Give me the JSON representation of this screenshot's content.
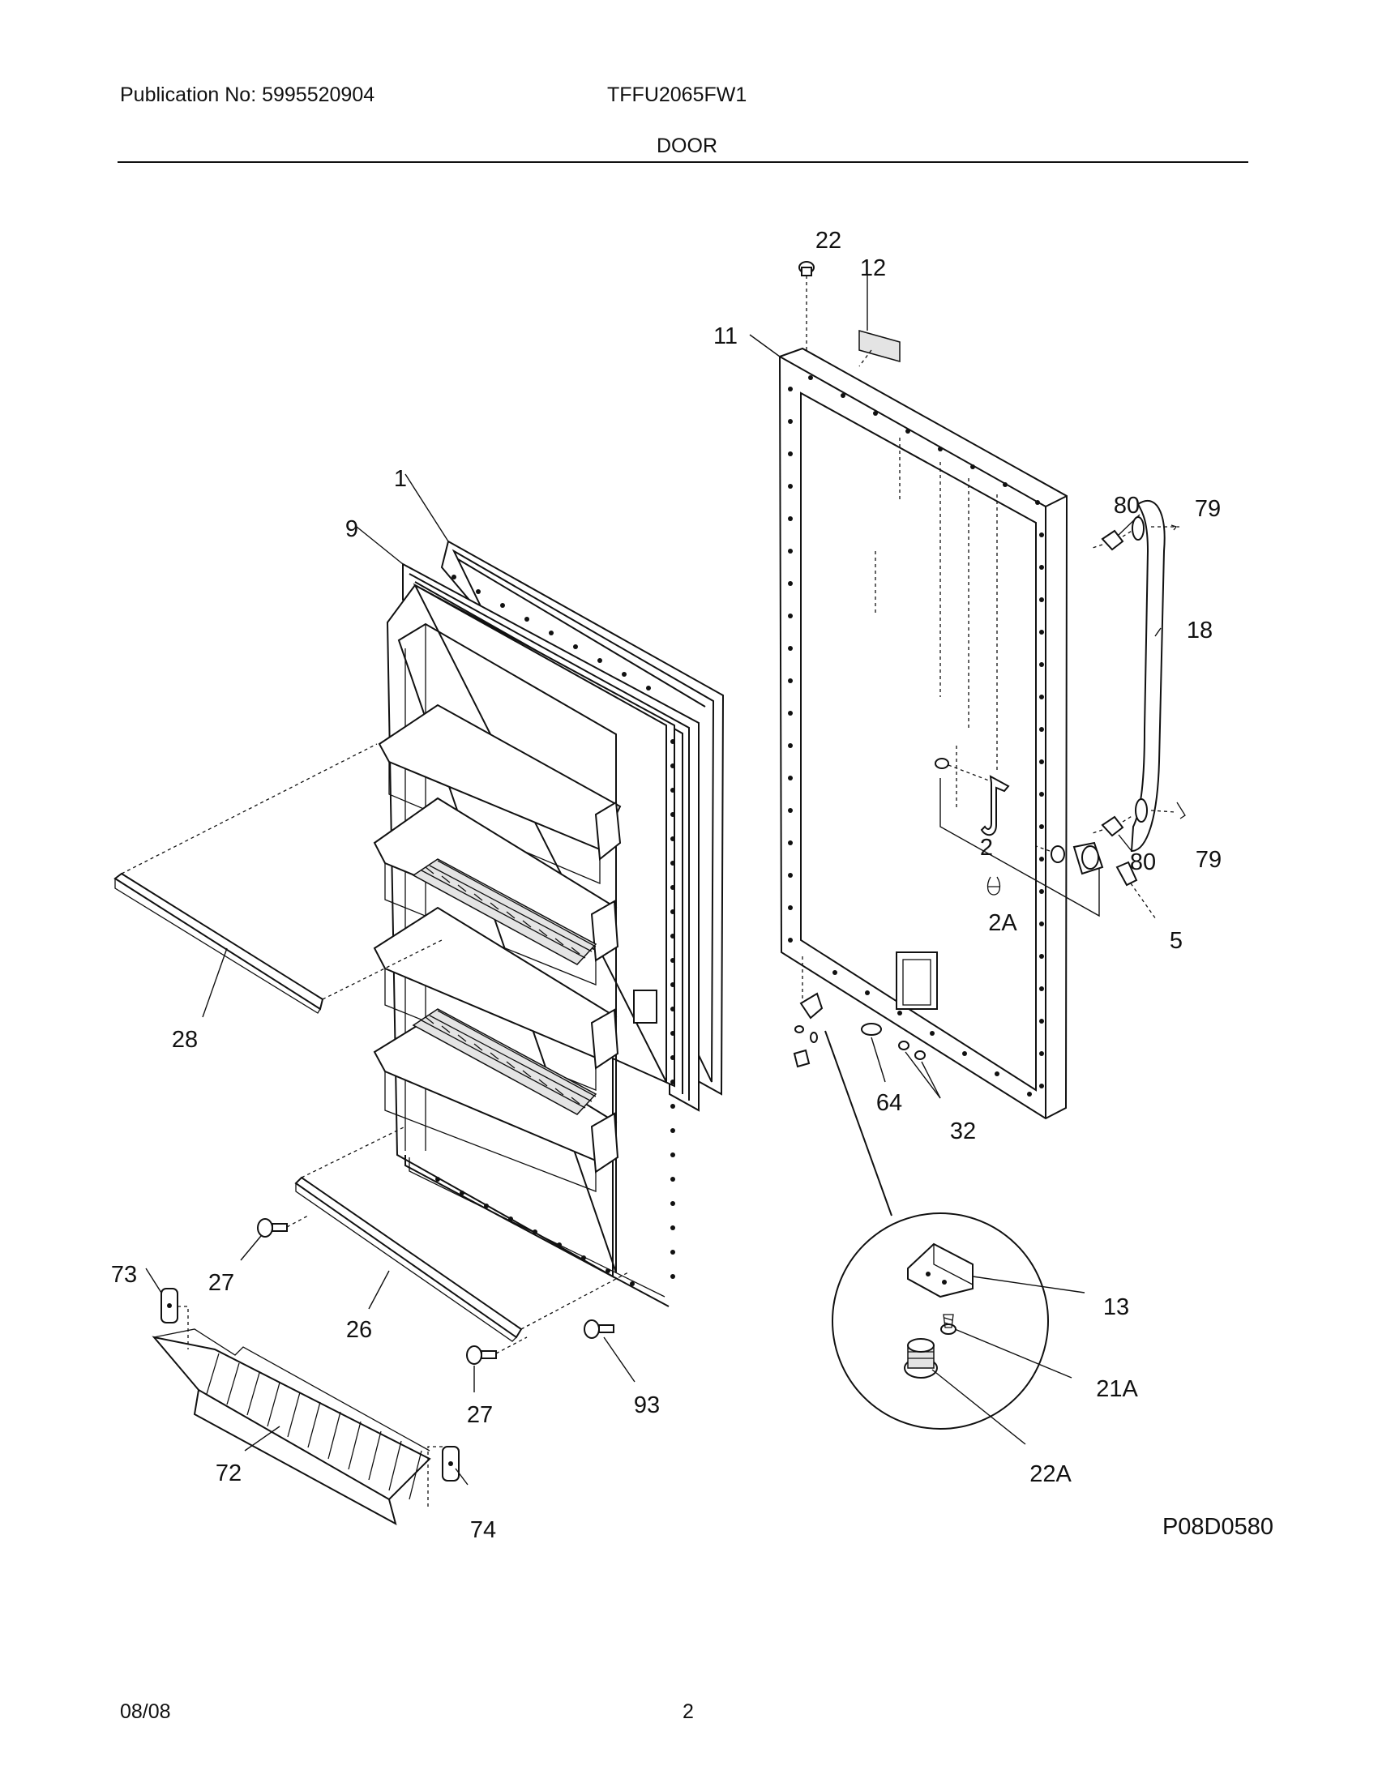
{
  "header": {
    "publication": "Publication No: 5995520904",
    "model": "TFFU2065FW1",
    "section_title": "DOOR"
  },
  "footer": {
    "date": "08/08",
    "page_number": "2"
  },
  "diagram_id": "P08D0580",
  "callouts": {
    "c1": "1",
    "c9": "9",
    "c28": "28",
    "c27a": "27",
    "c27b": "27",
    "c26": "26",
    "c73": "73",
    "c72": "72",
    "c74": "74",
    "c93": "93",
    "c22": "22",
    "c12": "12",
    "c11": "11",
    "c80a": "80",
    "c79a": "79",
    "c18": "18",
    "c80b": "80",
    "c79b": "79",
    "c2": "2",
    "c5": "5",
    "c2A": "2A",
    "c64": "64",
    "c32": "32",
    "c13": "13",
    "c21A": "21A",
    "c22A": "22A"
  }
}
